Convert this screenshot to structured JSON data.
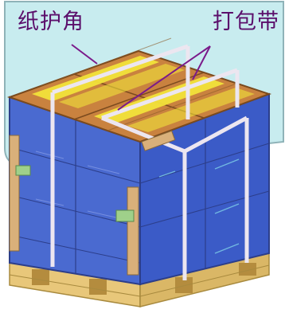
{
  "labels": {
    "paper_corner_protector": "纸护角",
    "strapping_band": "打包带"
  },
  "colors": {
    "panel_bg": "#c8ecef",
    "panel_border": "#8fb3b8",
    "label_text": "#5b0f6b",
    "leader_line": "#7a1a8a",
    "carton": "#c9823f",
    "carton_dark": "#a86428",
    "tape": "#f2e23a",
    "stretch_film": "#3b5bc7",
    "pallet": "#e8c77a",
    "strap": "#e9e3ee",
    "corner_guard": "#d9b07a"
  },
  "icons": {
    "illustration": "palletized-cargo-illustration"
  }
}
